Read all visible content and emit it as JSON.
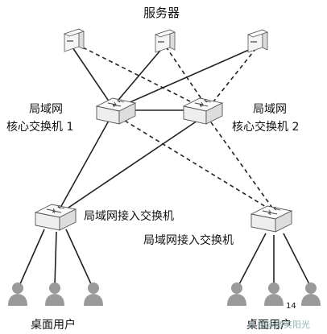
{
  "labels": {
    "servers": "服务器",
    "core1_line1": "局域网",
    "core1_line2": "核心交换机 1",
    "core2_line1": "局域网",
    "core2_line2": "核心交换机 2",
    "access_left": "局域网接入交换机",
    "access_right": "局域网接入交换机",
    "users_left": "桌面用户",
    "users_right": "桌面用户",
    "page_number": "14",
    "watermark": "头条@微笑阳光"
  },
  "colors": {
    "line": "#222222",
    "device_fill": "#f2f2f2",
    "device_stroke": "#555555",
    "user_fill": "#9a9a9a"
  },
  "icons": [
    "server-icon",
    "switch-icon",
    "user-icon"
  ]
}
